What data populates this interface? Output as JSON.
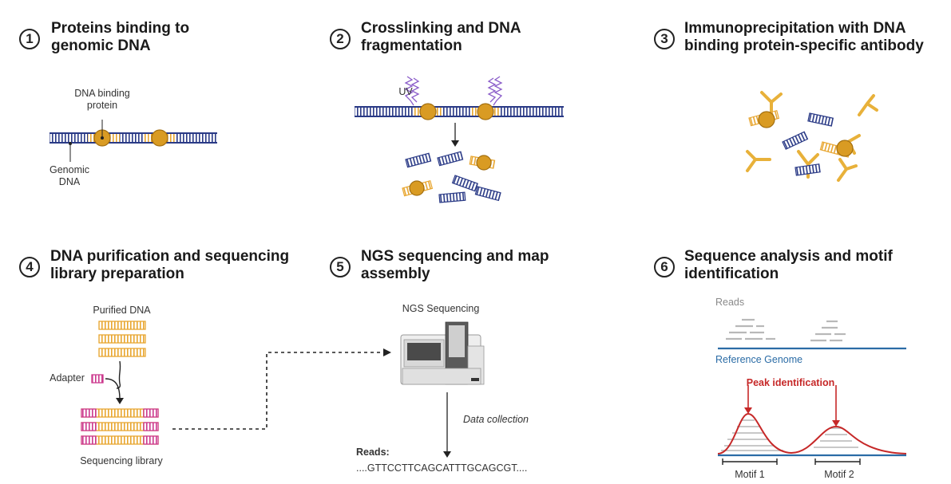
{
  "colors": {
    "dna_blue": "#2a3a86",
    "dna_orange": "#e8a630",
    "protein": "#d99b23",
    "antibody": "#e8b13a",
    "adapter": "#cc3a8e",
    "peak_red": "#c62828",
    "genome_blue": "#2b6ca6",
    "uv_purple": "#8a5cc9",
    "read_gray": "#b8b8b8"
  },
  "steps": [
    {
      "number": "1",
      "title_line1": "Proteins binding to",
      "title_line2": "genomic DNA"
    },
    {
      "number": "2",
      "title_line1": "Crosslinking and DNA",
      "title_line2": "fragmentation"
    },
    {
      "number": "3",
      "title_line1": "Immunoprecipitation with DNA",
      "title_line2": "binding protein-specific antibody"
    },
    {
      "number": "4",
      "title_line1": "DNA purification and sequencing",
      "title_line2": "library preparation"
    },
    {
      "number": "5",
      "title_line1": "NGS sequencing and map",
      "title_line2": "assembly"
    },
    {
      "number": "6",
      "title_line1": "Sequence analysis and motif",
      "title_line2": "identification"
    }
  ],
  "labels": {
    "dna_binding_protein_l1": "DNA binding",
    "dna_binding_protein_l2": "protein",
    "genomic_dna_l1": "Genomic",
    "genomic_dna_l2": "DNA",
    "uv": "UV",
    "purified_dna": "Purified DNA",
    "adapter": "Adapter",
    "sequencing_library": "Sequencing library",
    "ngs_sequencing": "NGS Sequencing",
    "data_collection": "Data collection",
    "reads_heading": "Reads:",
    "read_sequence": "....GTTCCTTCAGCATTTGCAGCGT....",
    "reads": "Reads",
    "reference_genome": "Reference Genome",
    "peak_identification": "Peak identification",
    "motif1": "Motif 1",
    "motif2": "Motif 2"
  }
}
